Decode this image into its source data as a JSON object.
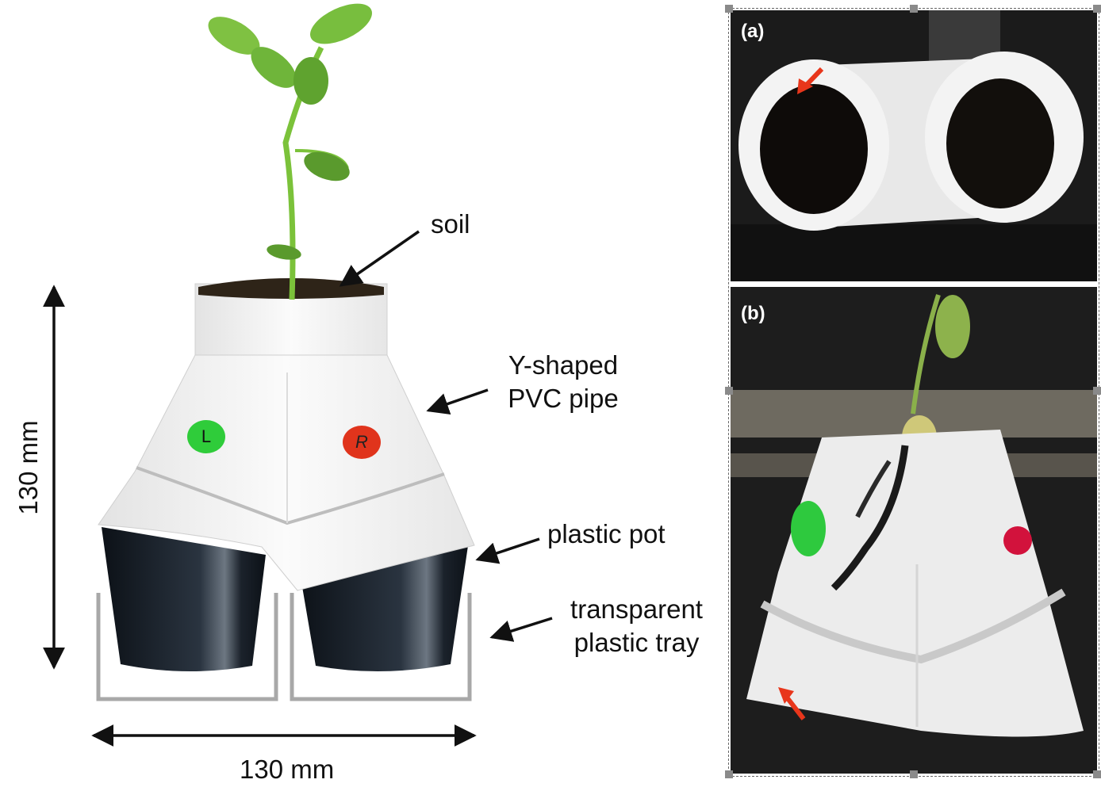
{
  "labels": {
    "soil": "soil",
    "pvc_line1": "Y-shaped",
    "pvc_line2": "PVC pipe",
    "pot": "plastic pot",
    "tray_line1": "transparent",
    "tray_line2": "plastic tray",
    "height_dim": "130 mm",
    "width_dim": "130 mm"
  },
  "markers": {
    "left": "L",
    "right": "R",
    "left_color": "#2fcc3a",
    "right_color": "#e0341c"
  },
  "panels": {
    "a": "(a)",
    "b": "(b)"
  },
  "colors": {
    "pipe": "#f1f1f1",
    "pot": "#151b22",
    "tray": "#a8a8a8",
    "plant": "#7bc23a",
    "arrow_red": "#e8361b"
  }
}
